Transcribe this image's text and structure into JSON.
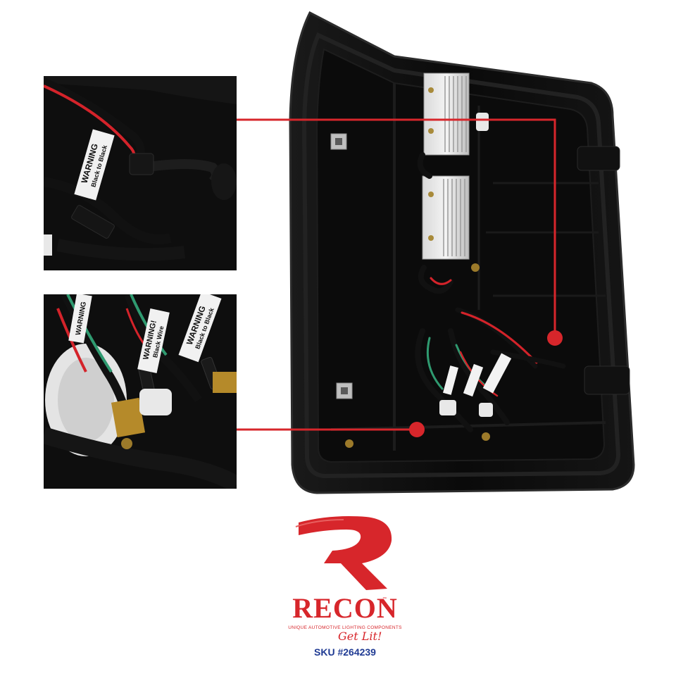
{
  "labels": {
    "warning": "WARNING",
    "black_to_black": "Black to Black",
    "warning_partial": "WARNING!",
    "black_wire": "Black Wire"
  },
  "brand": {
    "name": "RECON",
    "tm": "™",
    "tagline": "UNIQUE AUTOMOTIVE LIGHTING COMPONENTS",
    "slogan": "Get Lit!",
    "sku": "SKU #264239"
  },
  "colors": {
    "accent_red": "#d7262b",
    "sku_blue": "#1f3a93",
    "callout_line": "#d7262b"
  }
}
